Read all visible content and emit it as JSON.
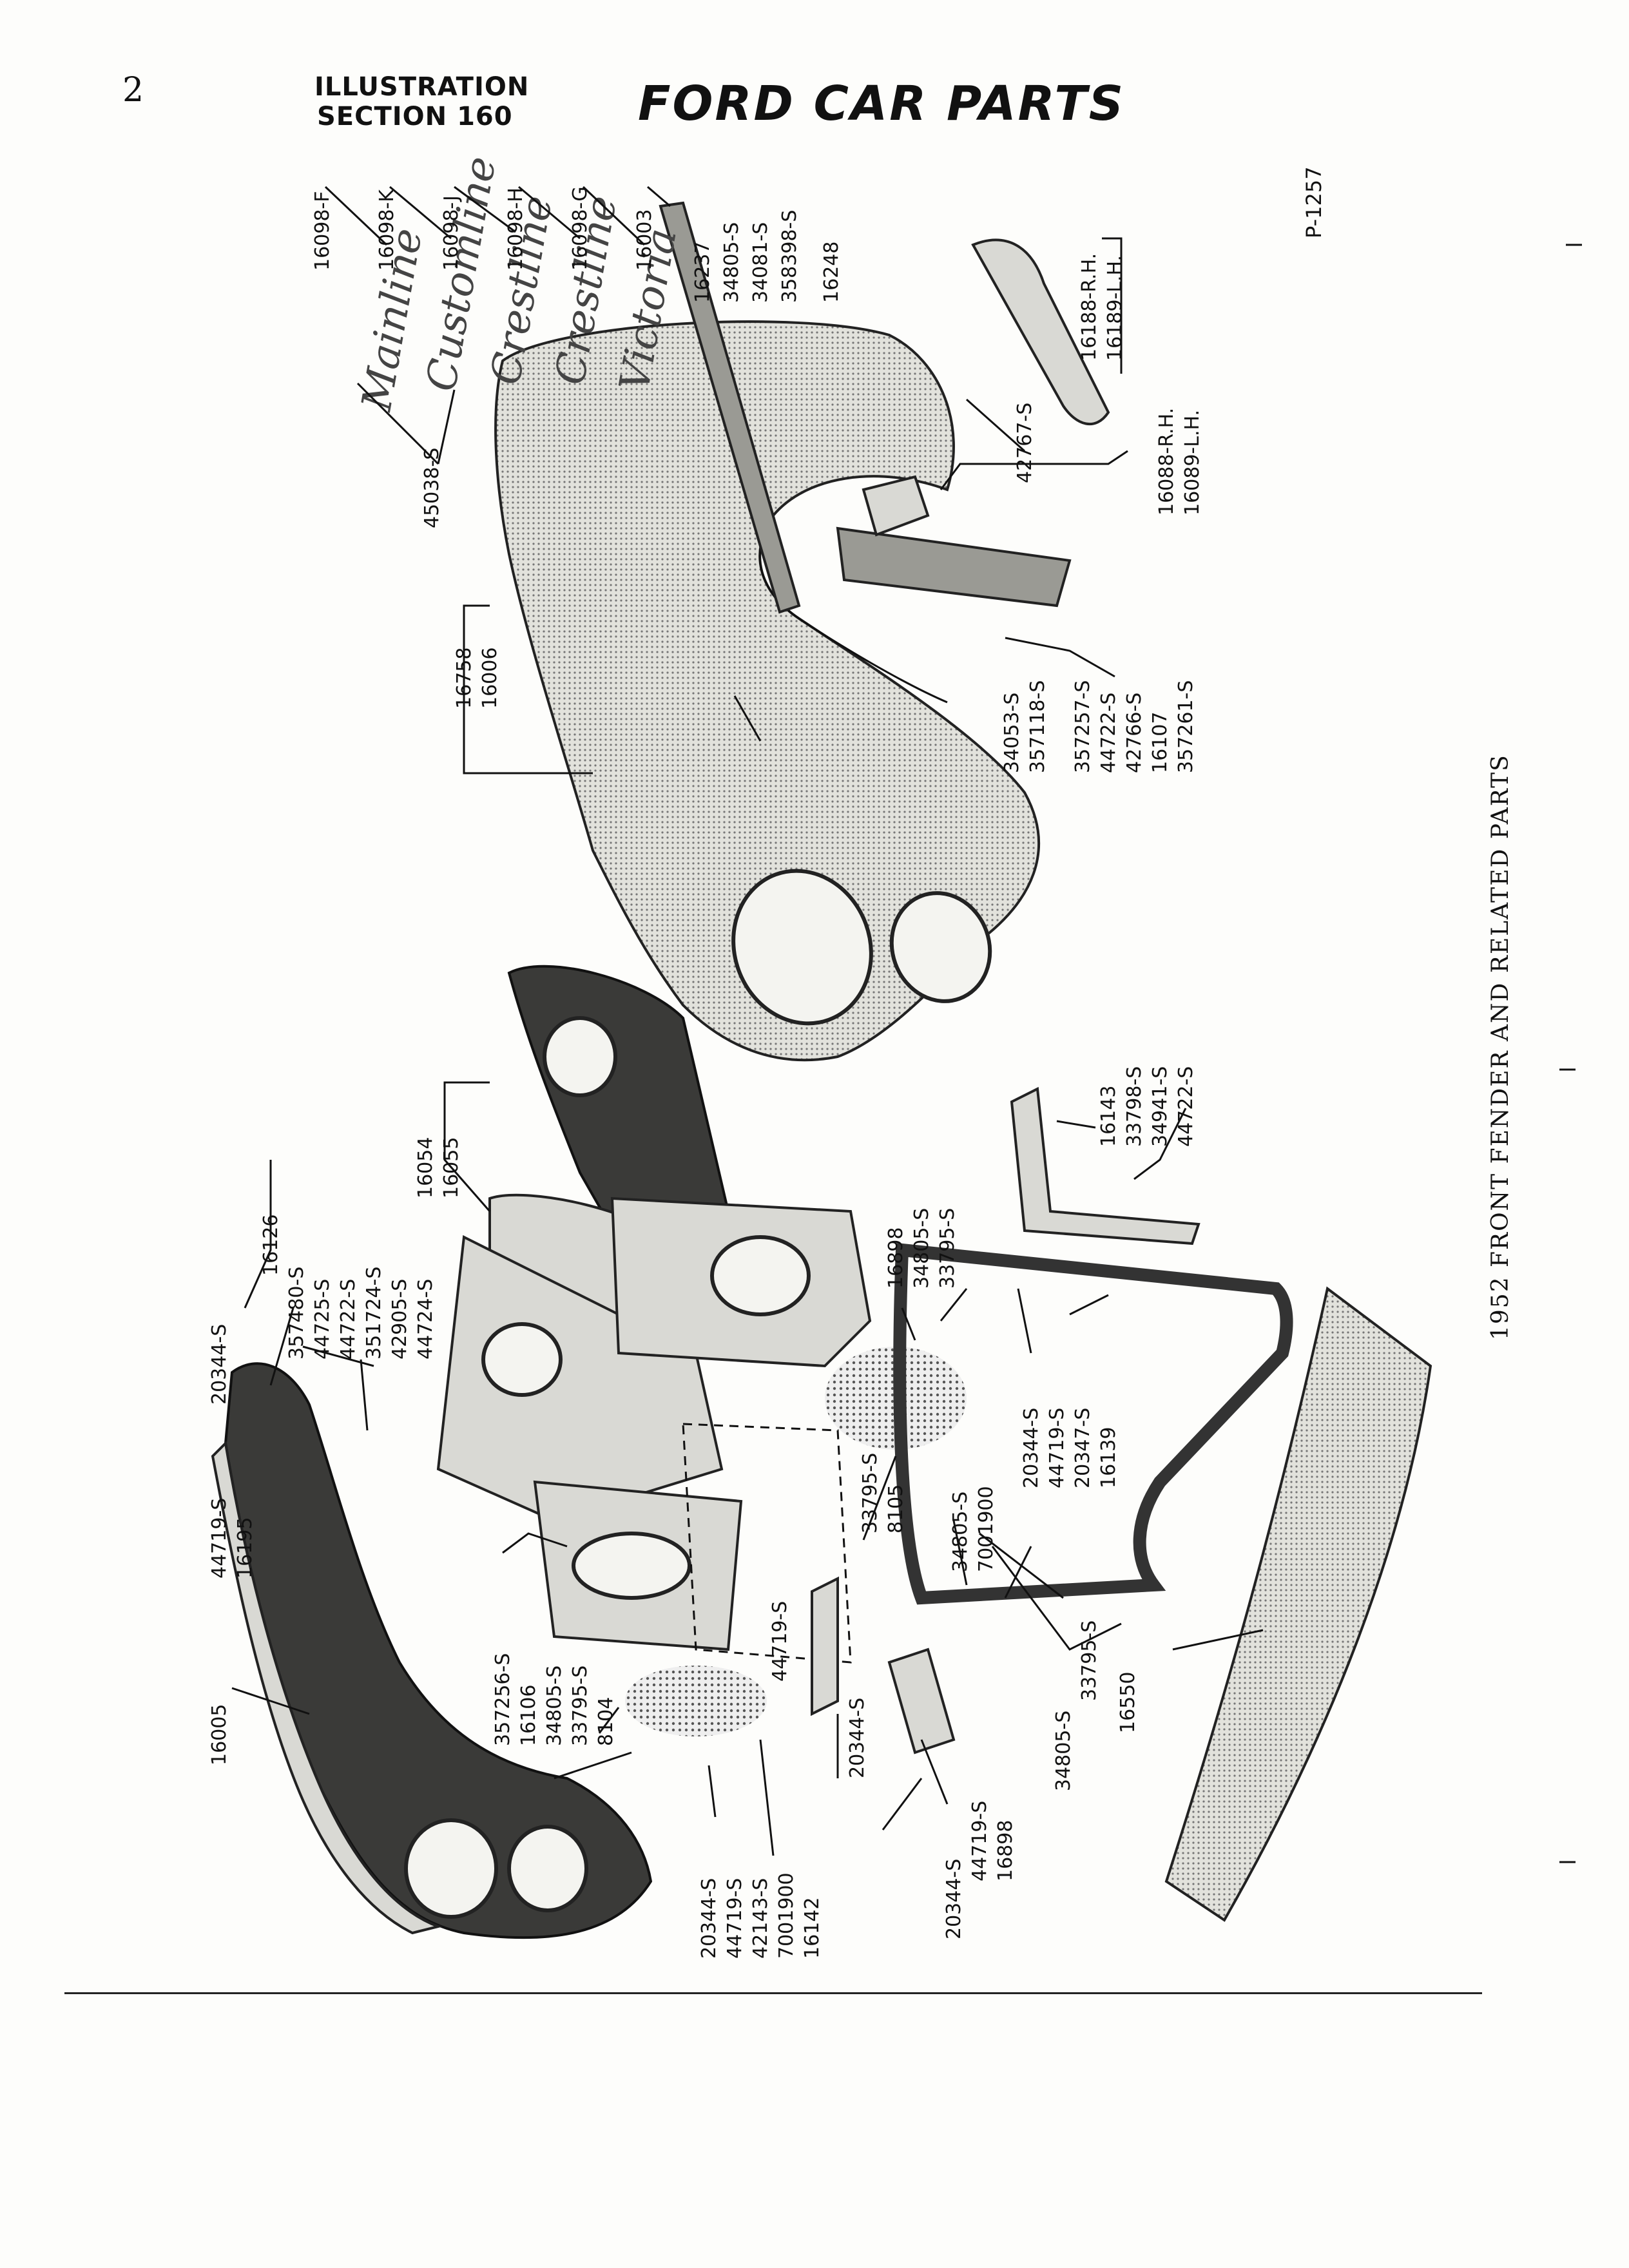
{
  "header": {
    "page_number": "2",
    "section_line1": "ILLUSTRATION",
    "section_line2": "SECTION 160",
    "brand": "FORD CAR PARTS"
  },
  "figure_number": "P-1257",
  "caption": "1952 FRONT FENDER AND RELATED PARTS",
  "part_labels": {
    "p16098f": "16098-F",
    "p16098k": "16098-K",
    "p16098j": "16098-J",
    "p16098h": "16098-H",
    "p16098g": "16098-G",
    "p16003": "16003",
    "p16237": "16237",
    "p34805s_a": "34805-S",
    "p34081s": "34081-S",
    "p358398s": "358398-S",
    "p16248": "16248",
    "p16188": "16188-R.H.",
    "p16189": "16189-L.H.",
    "p42767s": "42767-S",
    "p16088": "16088-R.H.",
    "p16089": "16089-L.H.",
    "p45038s": "45038-S",
    "p16758": "16758",
    "p16006": "16006",
    "p34053s": "34053-S",
    "p357118s": "357118-S",
    "p357257s": "357257-S",
    "p44722s_a": "44722-S",
    "p42766s": "42766-S",
    "p16107": "16107",
    "p357261s": "357261-S",
    "p16054": "16054",
    "p16055": "16055",
    "p16143": "16143",
    "p33798s": "33798-S",
    "p34941s": "34941-S",
    "p44722s_b": "44722-S",
    "p16898_a": "16898",
    "p34805s_b": "34805-S",
    "p33795s_a": "33795-S",
    "p16126": "16126",
    "p20344s_a": "20344-S",
    "p357480s": "357480-S",
    "p44725s": "44725-S",
    "p44722s_c": "44722-S",
    "p351724s": "351724-S",
    "p42905s": "42905-S",
    "p44724s": "44724-S",
    "p44719s_a": "44719-S",
    "p16195": "16195",
    "p33795s_b": "33795-S",
    "p8105": "8105",
    "p34805s_c": "34805-S",
    "p7001900_a": "7001900",
    "p20344s_b": "20344-S",
    "p44719s_b": "44719-S",
    "p20347s": "20347-S",
    "p16139": "16139",
    "p16005": "16005",
    "p357256s": "357256-S",
    "p16106": "16106",
    "p34805s_d": "34805-S",
    "p33795s_c": "33795-S",
    "p8104": "8104",
    "p44719s_c": "44719-S",
    "p20344s_c": "20344-S",
    "p34805s_e": "34805-S",
    "p33795s_d": "33795-S",
    "p16550": "16550",
    "p16898_b": "16898",
    "p44719s_d": "44719-S",
    "p20344s_d": "20344-S",
    "p20344s_e": "20344-S",
    "p44719s_e": "44719-S",
    "p42143s": "42143-S",
    "p7001900_b": "7001900",
    "p16142": "16142"
  }
}
